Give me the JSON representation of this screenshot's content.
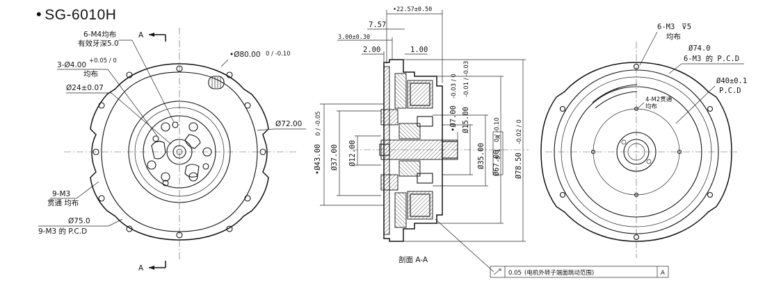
{
  "title": "SG-6010H",
  "section_label": "剖面 A-A",
  "section_mark": "A",
  "left_view": {
    "callout_m4": "6-M4均布",
    "callout_m4_depth": "有效牙深5.0",
    "callout_pin": "3-Ø4.00",
    "callout_pin_tol": "+0.05 / 0",
    "callout_pin_even": "均布",
    "callout_d24": "Ø24±0.07",
    "callout_d80": "•Ø80.00",
    "callout_d80_tol": "0 / -0.10",
    "callout_d72": "Ø72.00",
    "callout_m3_through": "9-M3",
    "callout_m3_through_note": "贯通 均布",
    "callout_d75": "Ø75.0",
    "callout_m3_pcd": "9-M3 的 P.C.D"
  },
  "section_view": {
    "dim_22_57": "•22.57±0.50",
    "dim_7_57": "7.57",
    "dim_3_00": "3.00±0.30",
    "dim_2_00": "2.00",
    "dim_1_00": "1.00",
    "dim_d43": "•Ø43.00",
    "dim_d43_tol": "0 / -0.05",
    "dim_d37": "Ø37.00",
    "dim_d12": "Ø12.00",
    "dim_d7": "•Ø7.00",
    "dim_d7_tol": "-0.03 / 0",
    "dim_d15": "Ø15.00",
    "dim_d15_tol": "-0.01 / -0.03",
    "dim_d35": "Ø35.00",
    "dim_d67": "Ø67.00",
    "dim_d67_tol": "0 / -0.10",
    "dim_runout": "0.1",
    "dim_datum": "A",
    "dim_d78_5": "Ø78.50",
    "dim_d78_5_tol": "-0.02 / 0",
    "tolerance_value": "0.05",
    "tolerance_note": "(电机外转子端面跳动范围)",
    "tolerance_datum": "A"
  },
  "right_view": {
    "callout_m3_depth": "6-M3",
    "callout_m3_depth_sym": "⊽5",
    "callout_m3_even": "均布",
    "callout_d74": "Ø74.0",
    "callout_m3_pcd": "6-M3 的 P.C.D",
    "callout_d40": "Ø40±0.1",
    "callout_d40_pcd": "P.C.D",
    "callout_m2": "4-M2贯通",
    "callout_m2_even": "均布"
  }
}
